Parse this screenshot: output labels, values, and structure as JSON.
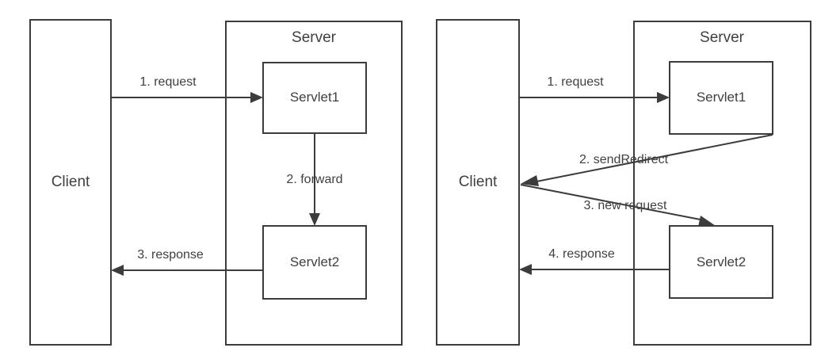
{
  "diagram": {
    "title_absent": true,
    "stroke_color": "#3c3c3c",
    "text_color": "#404040",
    "background": "#ffffff",
    "panels": [
      {
        "id": "forward",
        "client": {
          "label": "Client"
        },
        "server": {
          "label": "Server"
        },
        "servlets": [
          {
            "label": "Servlet1"
          },
          {
            "label": "Servlet2"
          }
        ],
        "flows": [
          {
            "step": "1",
            "label": "1. request",
            "from": "Client",
            "to": "Servlet1",
            "direction": "right"
          },
          {
            "step": "2",
            "label": "2. forward",
            "from": "Servlet1",
            "to": "Servlet2",
            "direction": "down"
          },
          {
            "step": "3",
            "label": "3. response",
            "from": "Servlet2",
            "to": "Client",
            "direction": "left"
          }
        ]
      },
      {
        "id": "redirect",
        "client": {
          "label": "Client"
        },
        "server": {
          "label": "Server"
        },
        "servlets": [
          {
            "label": "Servlet1"
          },
          {
            "label": "Servlet2"
          }
        ],
        "flows": [
          {
            "step": "1",
            "label": "1. request",
            "from": "Client",
            "to": "Servlet1",
            "direction": "right"
          },
          {
            "step": "2",
            "label": "2. sendRedirect",
            "from": "Servlet1",
            "to": "Client",
            "direction": "diagonal-left-down"
          },
          {
            "step": "3",
            "label": "3. new request",
            "from": "Client",
            "to": "Servlet2",
            "direction": "diagonal-right-down"
          },
          {
            "step": "4",
            "label": "4. response",
            "from": "Servlet2",
            "to": "Client",
            "direction": "left"
          }
        ]
      }
    ]
  }
}
